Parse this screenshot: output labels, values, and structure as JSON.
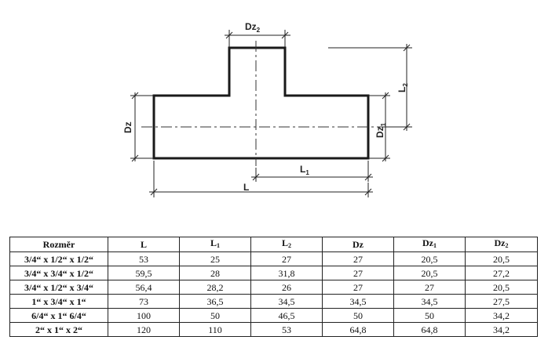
{
  "diagram": {
    "labels": {
      "dz2": "Dz",
      "dz2_sub": "2",
      "l2": "L",
      "l2_sub": "2",
      "dz": "Dz",
      "dz1": "Dz",
      "dz1_sub": "1",
      "l1": "L",
      "l1_sub": "1",
      "l": "L"
    }
  },
  "table": {
    "headers": [
      {
        "main": "Rozměr",
        "sub": ""
      },
      {
        "main": "L",
        "sub": ""
      },
      {
        "main": "L",
        "sub": "1"
      },
      {
        "main": "L",
        "sub": "2"
      },
      {
        "main": "Dz",
        "sub": ""
      },
      {
        "main": "Dz",
        "sub": "1"
      },
      {
        "main": "Dz",
        "sub": "2"
      }
    ],
    "rows": [
      [
        "3/4“ x 1/2“ x 1/2“",
        "53",
        "25",
        "27",
        "27",
        "20,5",
        "20,5"
      ],
      [
        "3/4“ x 3/4“ x 1/2“",
        "59,5",
        "28",
        "31,8",
        "27",
        "20,5",
        "27,2"
      ],
      [
        "3/4“ x 1/2“ x 3/4“",
        "56,4",
        "28,2",
        "26",
        "27",
        "27",
        "20,5"
      ],
      [
        "1“ x 3/4“ x 1“",
        "73",
        "36,5",
        "34,5",
        "34,5",
        "34,5",
        "27,5"
      ],
      [
        "6/4“ x 1“ 6/4“",
        "100",
        "50",
        "46,5",
        "50",
        "50",
        "34,2"
      ],
      [
        "2“ x 1“ x 2“",
        "120",
        "110",
        "53",
        "64,8",
        "64,8",
        "34,2"
      ]
    ]
  }
}
